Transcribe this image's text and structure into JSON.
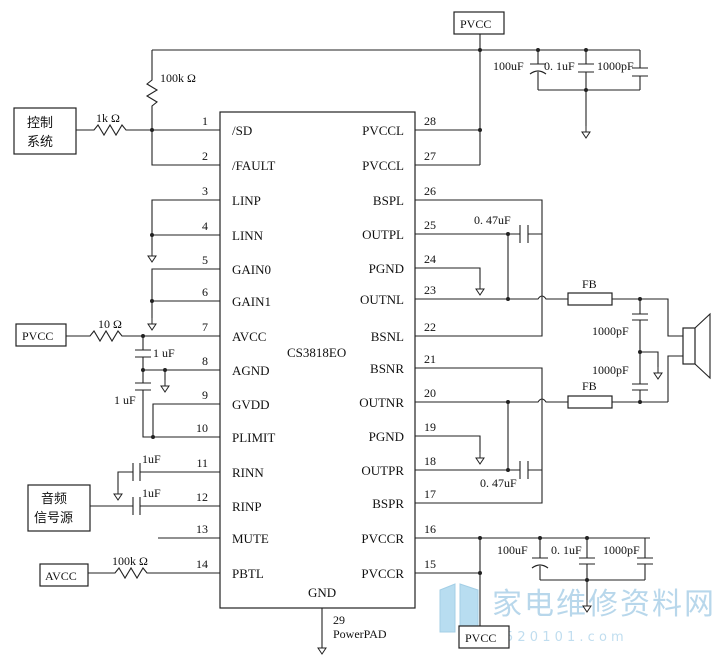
{
  "chip": {
    "name": "CS3818EO",
    "left_pins": [
      {
        "num": "1",
        "name": "/SD"
      },
      {
        "num": "2",
        "name": "/FAULT"
      },
      {
        "num": "3",
        "name": "LINP"
      },
      {
        "num": "4",
        "name": "LINN"
      },
      {
        "num": "5",
        "name": "GAIN0"
      },
      {
        "num": "6",
        "name": "GAIN1"
      },
      {
        "num": "7",
        "name": "AVCC"
      },
      {
        "num": "8",
        "name": "AGND"
      },
      {
        "num": "9",
        "name": "GVDD"
      },
      {
        "num": "10",
        "name": "PLIMIT"
      },
      {
        "num": "11",
        "name": "RINN"
      },
      {
        "num": "12",
        "name": "RINP"
      },
      {
        "num": "13",
        "name": "MUTE"
      },
      {
        "num": "14",
        "name": "PBTL"
      }
    ],
    "right_pins": [
      {
        "num": "28",
        "name": "PVCCL"
      },
      {
        "num": "27",
        "name": "PVCCL"
      },
      {
        "num": "26",
        "name": "BSPL"
      },
      {
        "num": "25",
        "name": "OUTPL"
      },
      {
        "num": "24",
        "name": "PGND"
      },
      {
        "num": "23",
        "name": "OUTNL"
      },
      {
        "num": "22",
        "name": "BSNL"
      },
      {
        "num": "21",
        "name": "BSNR"
      },
      {
        "num": "20",
        "name": "OUTNR"
      },
      {
        "num": "19",
        "name": "PGND"
      },
      {
        "num": "18",
        "name": "OUTPR"
      },
      {
        "num": "17",
        "name": "BSPR"
      },
      {
        "num": "16",
        "name": "PVCCR"
      },
      {
        "num": "15",
        "name": "PVCCR"
      }
    ],
    "bottom_pin": {
      "name": "GND",
      "num": "29",
      "label": "PowerPAD"
    }
  },
  "rails": {
    "pvcc_top": "PVCC",
    "pvcc_left": "PVCC",
    "pvcc_bottom": "PVCC",
    "avcc": "AVCC"
  },
  "blocks": {
    "control_line1": "控制",
    "control_line2": "系统",
    "audio_line1": "音频",
    "audio_line2": "信号源"
  },
  "components": {
    "r_pullup": "100k Ω",
    "r_control": "1k Ω",
    "r_avcc": "10 Ω",
    "r_pbtl": "100k Ω",
    "c_avcc": "1  uF",
    "c_gvdd": "1  uF",
    "c_rinn": "1uF",
    "c_rinp": "1uF",
    "c_boot_l": "0. 47uF",
    "c_boot_r": "0. 47uF",
    "fb_l": "FB",
    "fb_r": "FB",
    "c_fb_l": "1000pF",
    "c_fb_r": "1000pF",
    "top_caps": [
      "100uF",
      "0. 1uF",
      "1000pF"
    ],
    "bottom_caps": [
      "100uF",
      "0. 1uF",
      "1000pF"
    ]
  },
  "watermark": {
    "text": "家电维修资料网",
    "url": "5 2 0 1 0 1 . c o m"
  }
}
